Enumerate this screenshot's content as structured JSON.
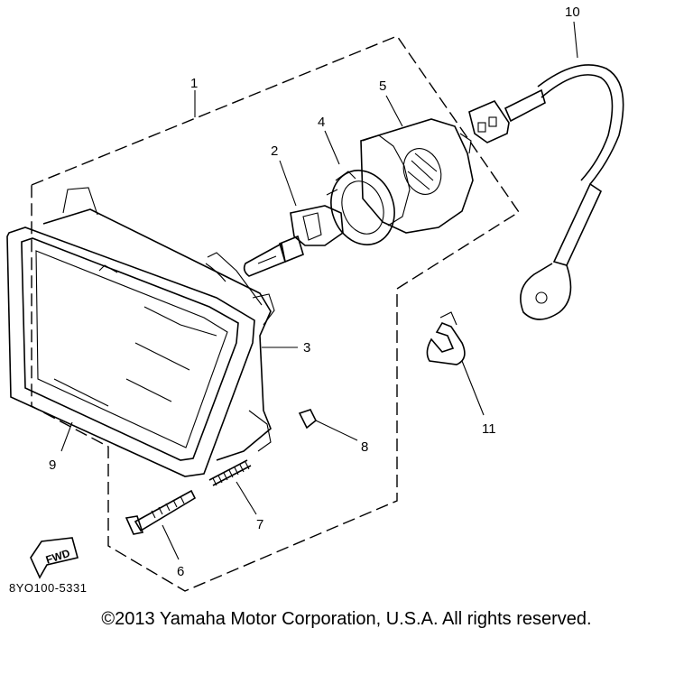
{
  "diagram": {
    "callouts": [
      "1",
      "2",
      "3",
      "4",
      "5",
      "6",
      "7",
      "8",
      "9",
      "10",
      "11"
    ],
    "fwd_label": "FWD",
    "drawing_code": "8YO100-5331"
  },
  "footer": {
    "copyright": "©2013 Yamaha Motor Corporation, U.S.A. All rights reserved."
  }
}
